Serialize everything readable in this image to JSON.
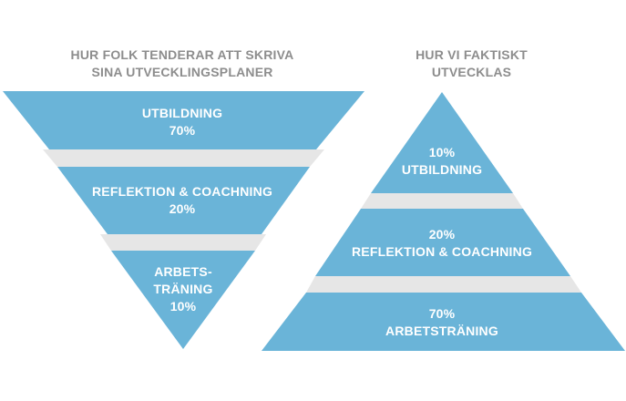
{
  "left_heading": {
    "line1": "HUR FOLK TENDERAR ATT SKRIVA",
    "line2": "SINA UTVECKLINGSPLANER"
  },
  "right_heading": {
    "line1": "HUR VI FAKTISKT",
    "line2": "UTVECKLAS"
  },
  "left_pyramid": [
    {
      "line1": "UTBILDNING",
      "line2": "70%",
      "value": 70
    },
    {
      "line1": "REFLEKTION & COACHNING",
      "line2": "20%",
      "value": 20
    },
    {
      "line1": "ARBETS-",
      "line2": "TRÄNING",
      "line3": "10%",
      "value": 10
    }
  ],
  "right_pyramid": [
    {
      "line1": "10%",
      "line2": "UTBILDNING",
      "value": 10
    },
    {
      "line1": "20%",
      "line2": "REFLEKTION & COACHNING",
      "value": 20
    },
    {
      "line1": "70%",
      "line2": "ARBETSTRÄNING",
      "value": 70
    }
  ],
  "colors": {
    "band": "#6ab4d8",
    "connector": "#e6e6e6",
    "heading": "#8d8d8d",
    "label": "#ffffff"
  }
}
